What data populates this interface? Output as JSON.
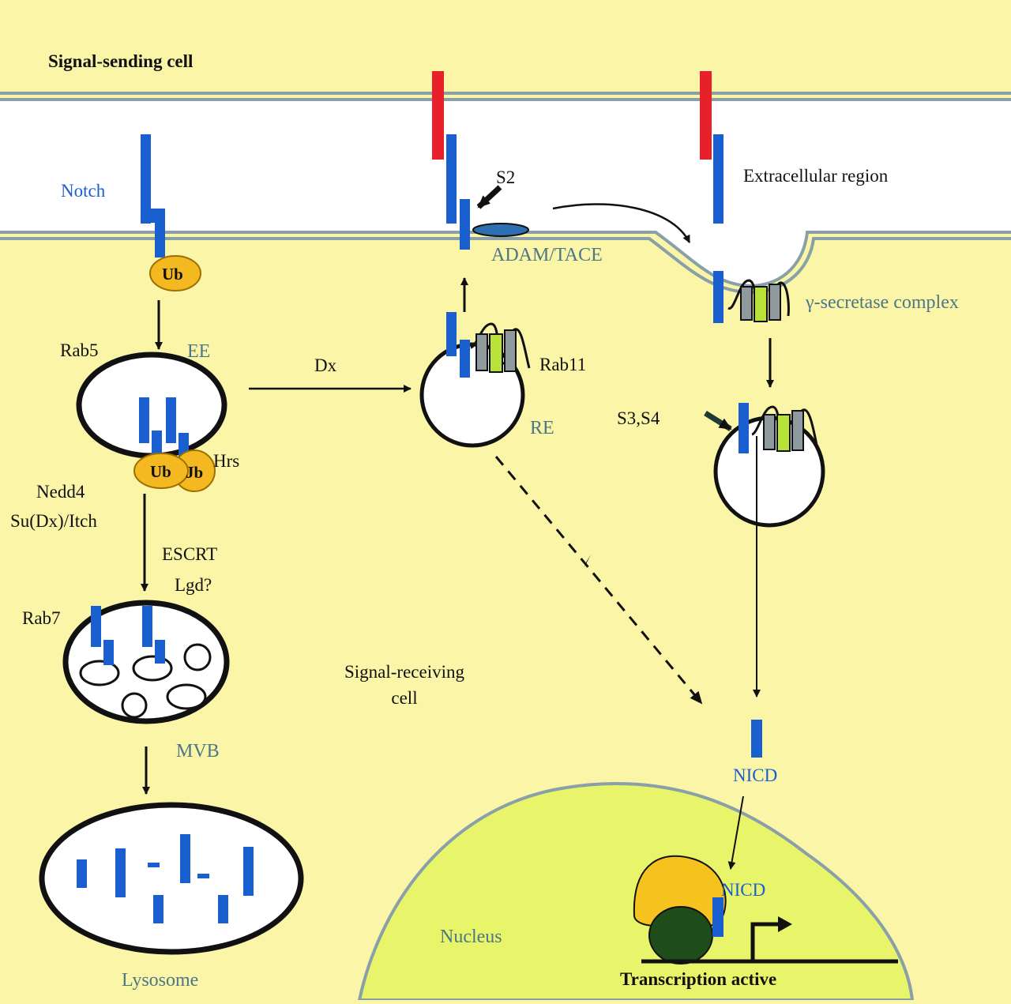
{
  "labels": {
    "signal_sending_cell": "Signal-sending cell",
    "notch": "Notch",
    "ub": "Ub",
    "ub_partial": "Jb",
    "s2": "S2",
    "adam_tace": "ADAM/TACE",
    "extracellular_region": "Extracellular region",
    "gamma_secretase": "γ-secretase complex",
    "rab5": "Rab5",
    "ee": "EE",
    "dx": "Dx",
    "rab11": "Rab11",
    "re": "RE",
    "s3s4": "S3,S4",
    "hrs": "Hrs",
    "nedd4": "Nedd4",
    "sudx_itch": "Su(Dx)/Itch",
    "escrt": "ESCRT",
    "lgd": "Lgd?",
    "rab7": "Rab7",
    "signal_receiving_line1": "Signal-receiving",
    "signal_receiving_line2": "cell",
    "mvb": "MVB",
    "nicd": "NICD",
    "nicd_nucleus": "NICD",
    "lysosome": "Lysosome",
    "nucleus": "Nucleus",
    "transcription_active": "Transcription active"
  },
  "colors": {
    "background": "#fbf5a8",
    "extracellular": "#ffffff",
    "membrane": "#8aa0a8",
    "notch": "#1a5fd0",
    "ligand": "#e8202a",
    "ubiquitin": "#f4b820",
    "label_gray": "#4d7686",
    "nucleus": "#e8f56a",
    "csl_yellow": "#f6c21e",
    "csl_green": "#1f4d1a",
    "secretase_green": "#b8e23a",
    "secretase_gray": "#8e9a9e"
  }
}
